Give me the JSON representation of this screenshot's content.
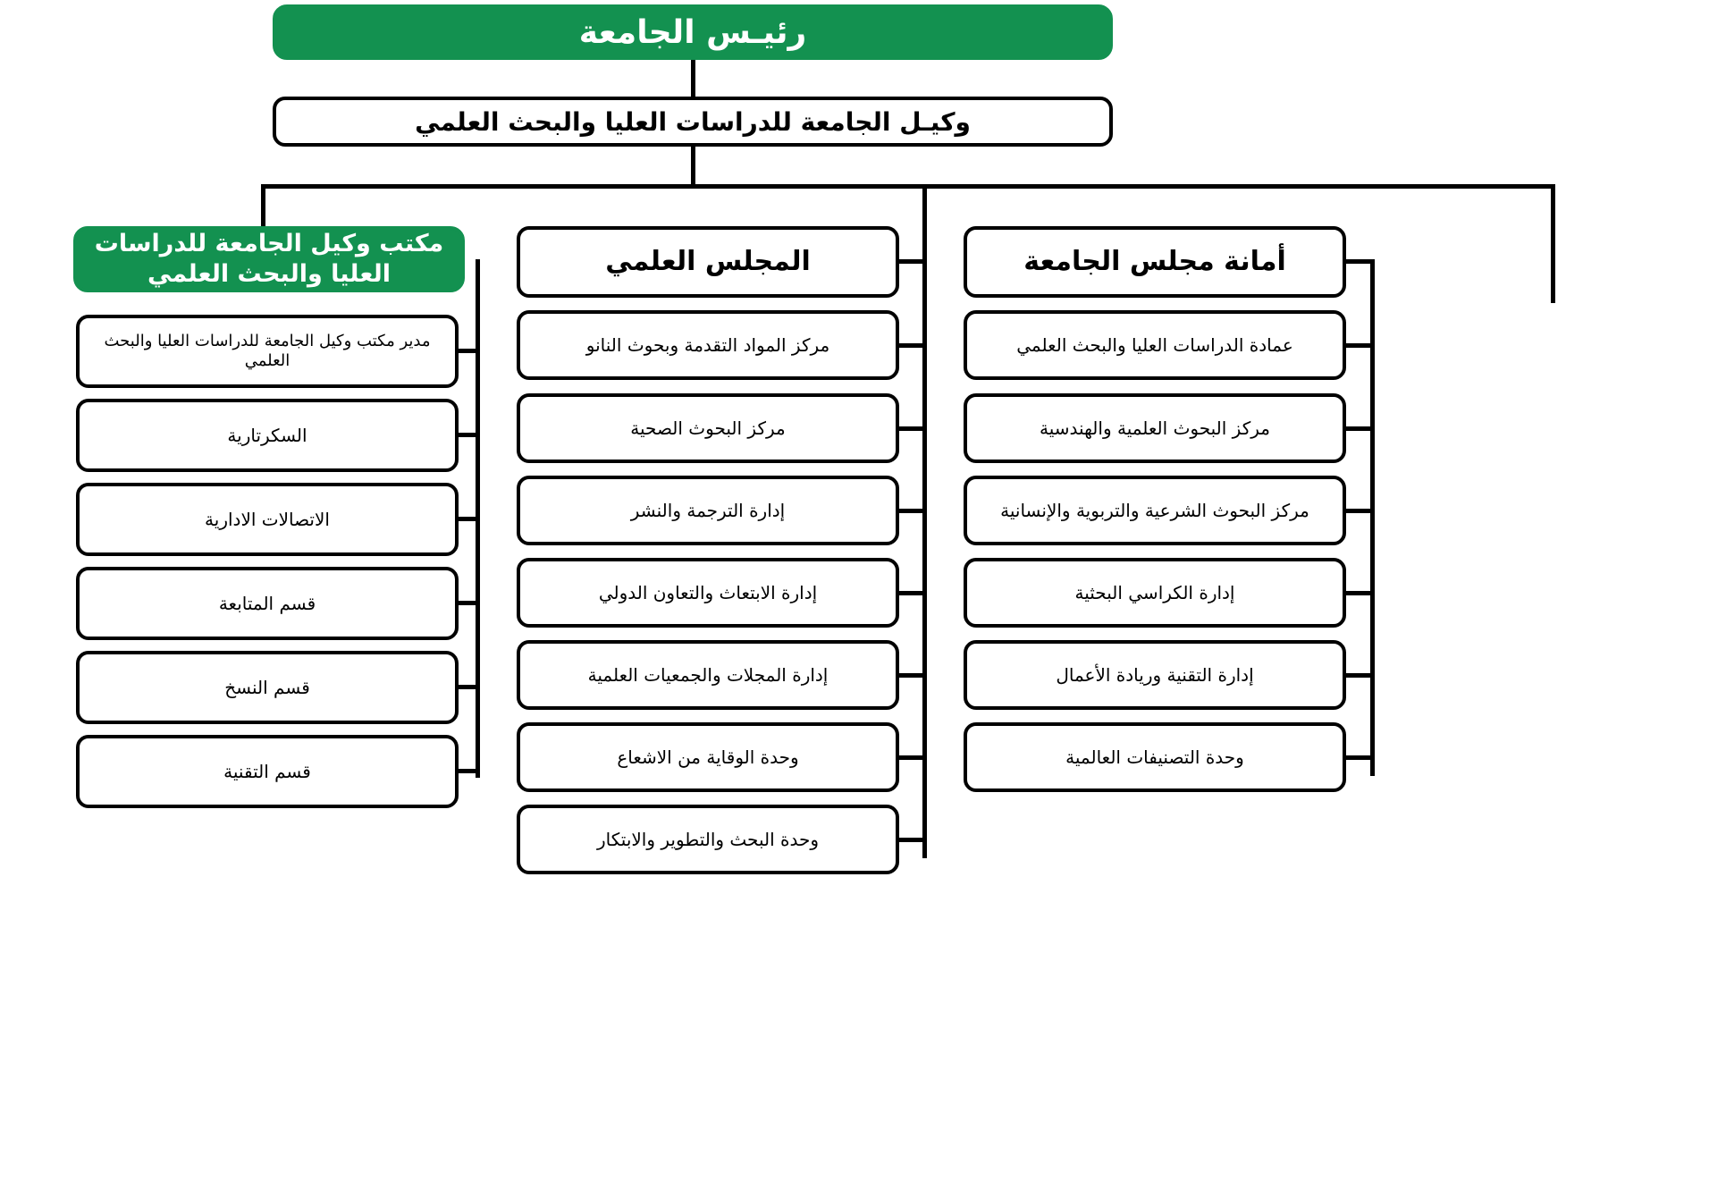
{
  "colors": {
    "accent_green": "#139150",
    "line": "#000000",
    "box_border": "#000000",
    "background": "#ffffff",
    "green_text": "#ffffff"
  },
  "root": {
    "label": "رئيـس الجامعة"
  },
  "vice_president": {
    "label": "وكيـل الجامعة للدراسات العليا والبحث العلمي"
  },
  "columns": [
    {
      "id": "office-vice-president",
      "header": "مكتب وكيل الجامعة للدراسات العليا والبحث العلمي",
      "header_highlighted": true,
      "items": [
        "مدير مكتب وكيل الجامعة للدراسات العليا والبحث العلمي",
        "السكرتارية",
        "الاتصالات الادارية",
        "قسم المتابعة",
        "قسم النسخ",
        "قسم التقنية"
      ]
    },
    {
      "id": "scientific-council",
      "header": "المجلس العلمي",
      "header_highlighted": false,
      "items": [
        "مركز المواد التقدمة وبحوث النانو",
        "مركز البحوث الصحية",
        "إدارة الترجمة والنشر",
        "إدارة الابتعاث والتعاون الدولي",
        "إدارة المجلات والجمعيات العلمية",
        "وحدة الوقاية من الاشعاع",
        "وحدة البحث والتطوير والابتكار"
      ]
    },
    {
      "id": "university-council-secretariat",
      "header": "أمانة مجلس الجامعة",
      "header_highlighted": false,
      "items": [
        "عمادة الدراسات العليا والبحث العلمي",
        "مركز البحوث العلمية والهندسية",
        "مركز البحوث الشرعية والتربوية والإنسانية",
        "إدارة الكراسي البحثية",
        "إدارة التقنية وريادة الأعمال",
        "وحدة التصنيفات العالمية"
      ]
    }
  ]
}
